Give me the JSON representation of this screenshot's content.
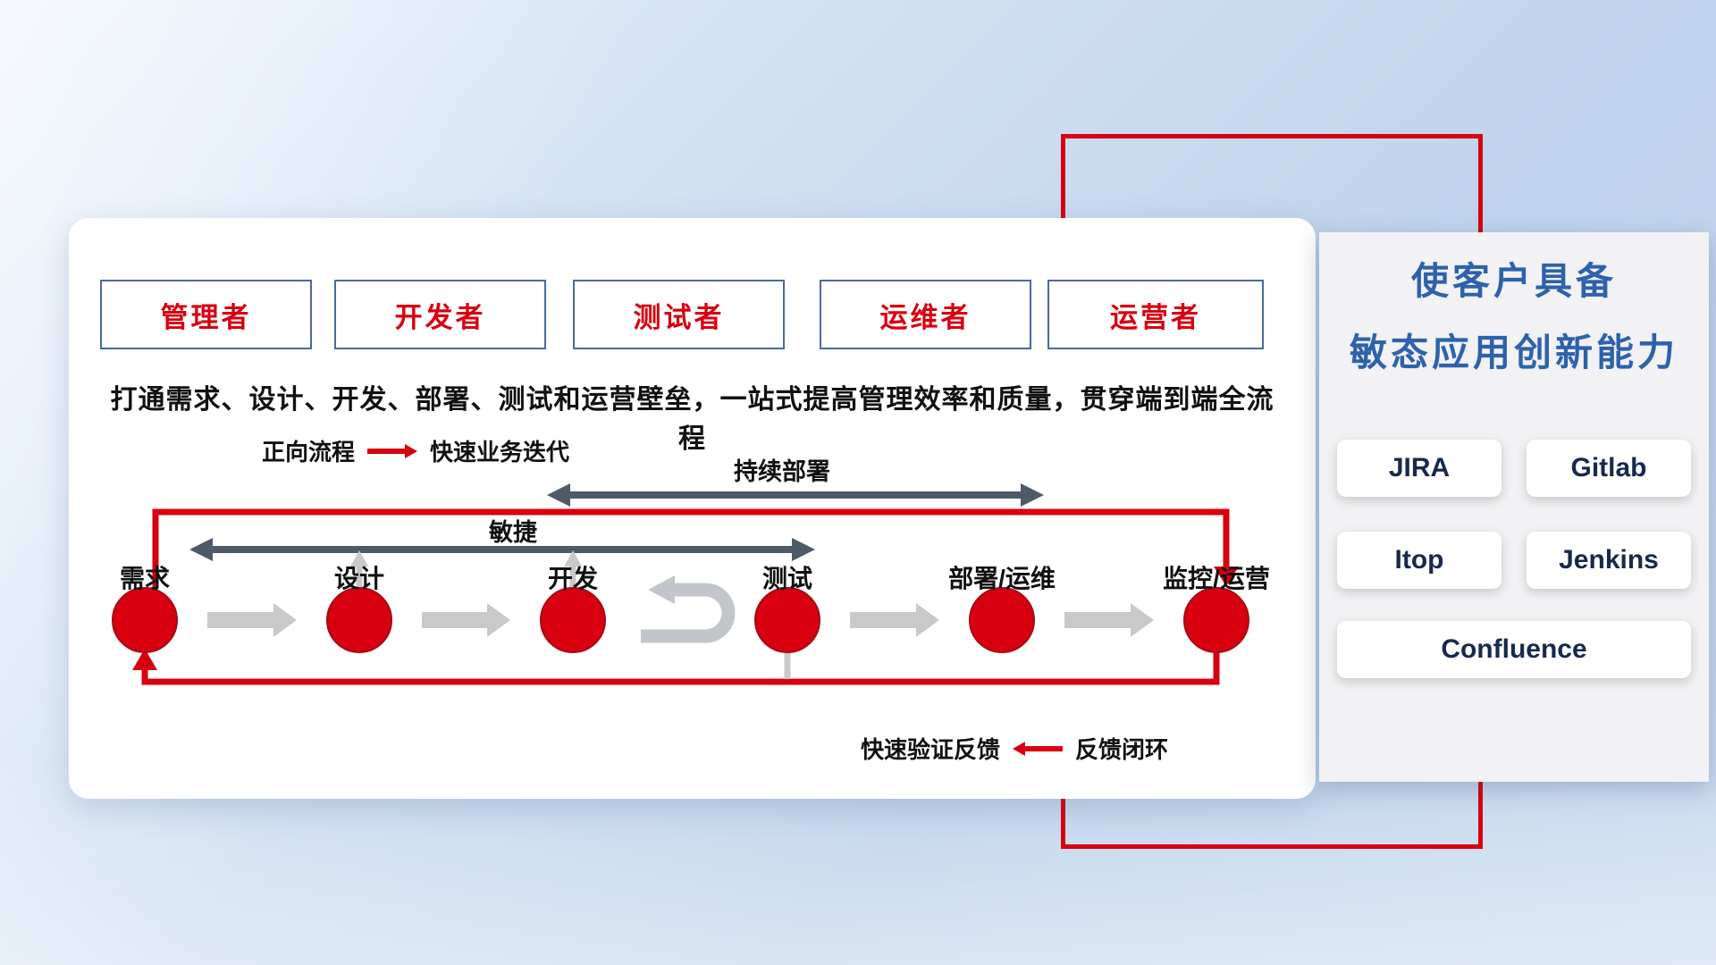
{
  "card": {
    "roles": [
      "管理者",
      "开发者",
      "测试者",
      "运维者",
      "运营者"
    ],
    "subtitle": "打通需求、设计、开发、部署、测试和运营壁垒，一站式提高管理效率和质量，贯穿端到端全流程",
    "legend_forward": {
      "label": "正向流程",
      "desc": "快速业务迭代"
    },
    "legend_feedback": {
      "label": "快速验证反馈",
      "desc": "反馈闭环"
    },
    "arrow_labels": {
      "continuous_deploy": "持续部署",
      "agile": "敏捷"
    },
    "nodes": [
      "需求",
      "设计",
      "开发",
      "测试",
      "部署/运维",
      "监控/运营"
    ]
  },
  "panel": {
    "title_line1": "使客户具备",
    "title_line2": "敏态应用创新能力",
    "tools": [
      "JIRA",
      "Gitlab",
      "Itop",
      "Jenkins",
      "Confluence"
    ]
  },
  "colors": {
    "red": "#d8000f",
    "blue": "#2d62ab",
    "navy": "#17294e",
    "dark-arrow": "#4e5a68",
    "light-arrow": "#c9c9c9",
    "text": "#111111",
    "box-border": "#4a6a9b"
  }
}
